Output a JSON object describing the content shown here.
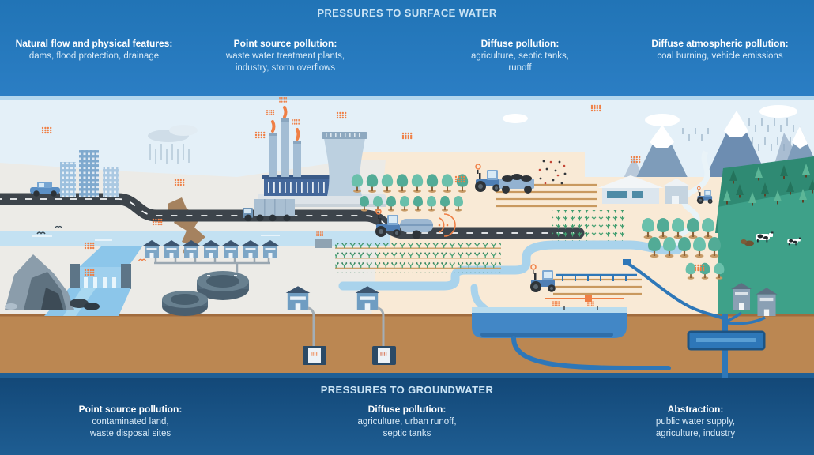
{
  "header": {
    "title": "PRESSURES TO SURFACE WATER",
    "columns": [
      {
        "heading": "Natural flow and physical features:",
        "body": "dams, flood protection, drainage"
      },
      {
        "heading": "Point source pollution:",
        "body": "waste water treatment plants,\nindustry, storm overflows"
      },
      {
        "heading": "Diffuse pollution:",
        "body": "agriculture, septic tanks,\nrunoff"
      },
      {
        "heading": "Diffuse atmospheric pollution:",
        "body": "coal burning, vehicle emissions"
      }
    ]
  },
  "footer": {
    "title": "PRESSURES TO GROUNDWATER",
    "columns": [
      {
        "heading": "Point source pollution:",
        "body": "contaminated land,\nwaste disposal sites"
      },
      {
        "heading": "Diffuse pollution:",
        "body": "agriculture, urban runoff,\nseptic tanks"
      },
      {
        "heading": "Abstraction:",
        "body": "public water supply,\nagriculture, industry"
      }
    ]
  },
  "colors": {
    "banner_top": "#2277bb",
    "banner_bottom": "#17507f",
    "sky": "#e4f0f8",
    "soil": "#bb8752",
    "water": "#4287c6",
    "stream": "#a9d3ec",
    "pasture": "#3ea189",
    "pollution_accent": "#ef7f45"
  }
}
